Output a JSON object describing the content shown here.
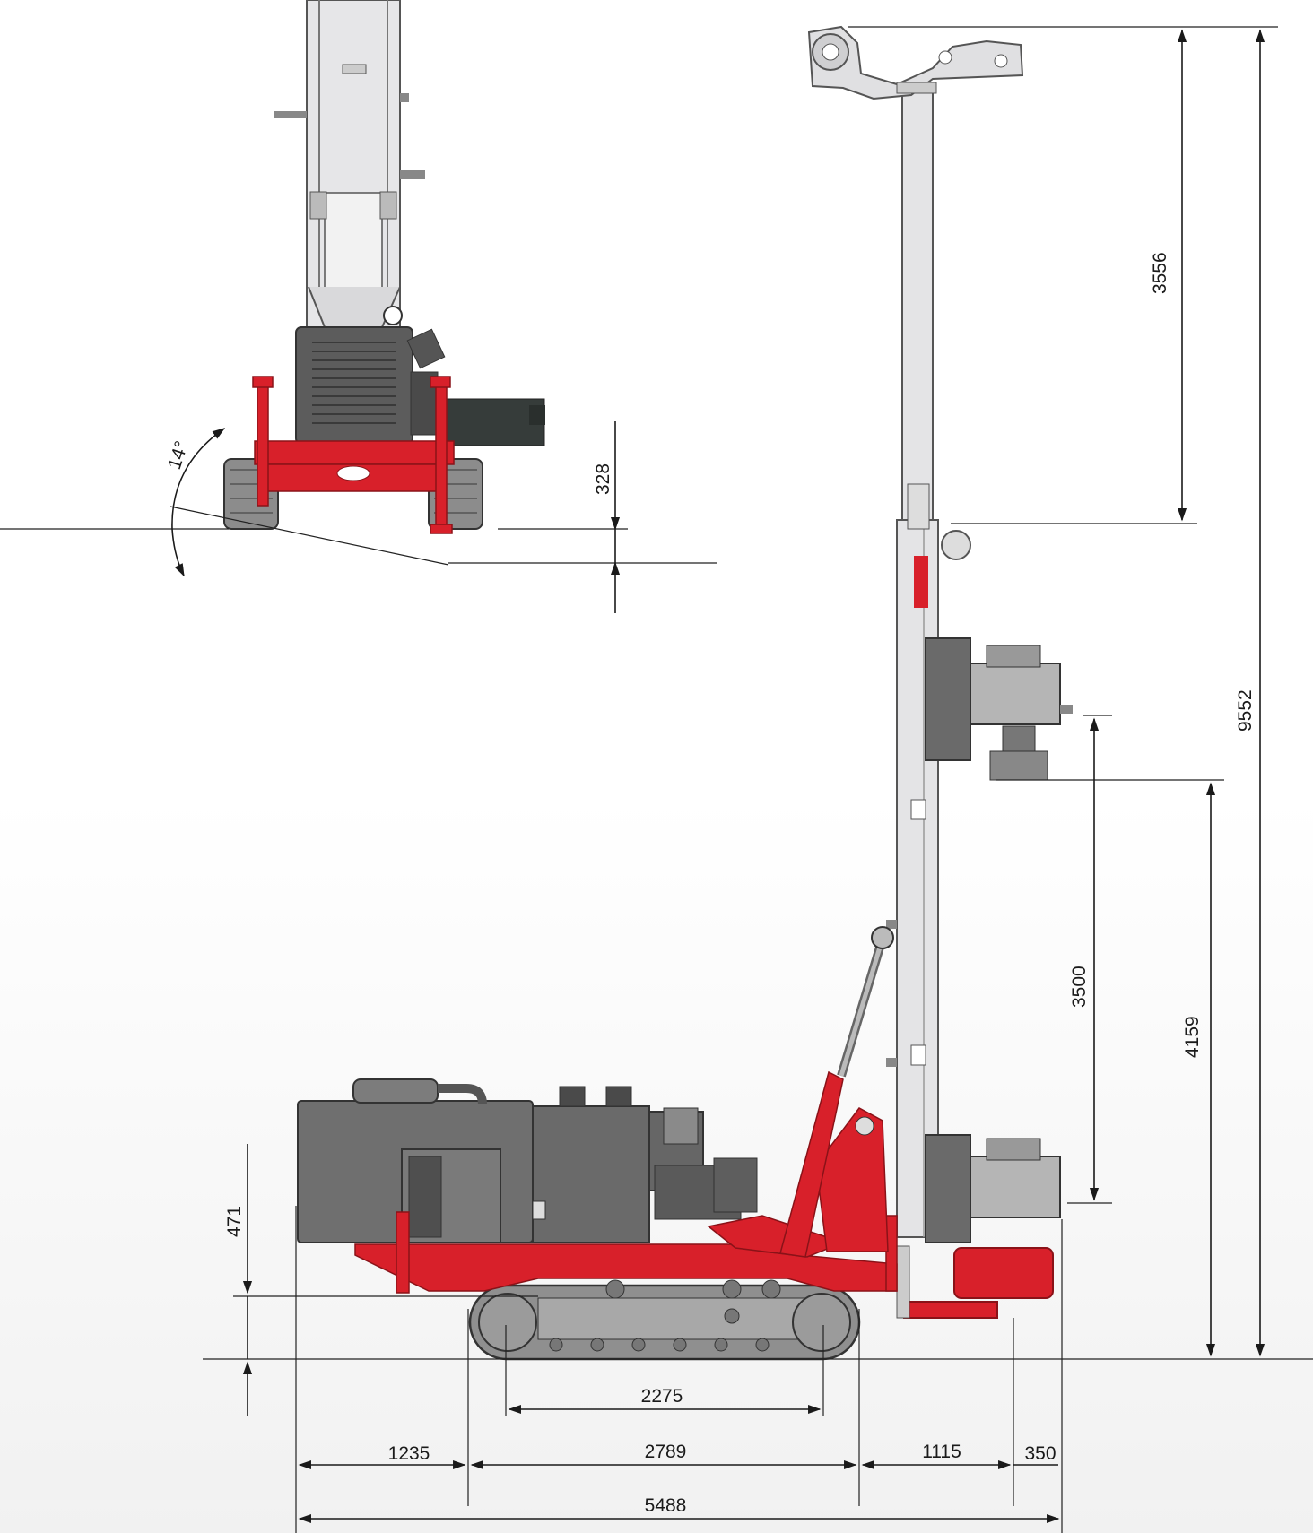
{
  "colors": {
    "frame_red": "#d8202a",
    "body_grey": "#6f6f6f",
    "mast_grey": "#e4e4e6",
    "track_grey": "#9a9a9a",
    "dim_black": "#1a1a1a"
  },
  "front_view": {
    "tilt_angle_label": "14°",
    "outrigger_height_label": "328"
  },
  "side_view": {
    "dimensions": {
      "top_mast": "3556",
      "total_height": "9552",
      "stroke": "3500",
      "head_height": "4159",
      "rear_height": "471",
      "track_centers": "2275",
      "rear_overhang": "1235",
      "track_length": "2789",
      "front_overhang": "1115",
      "head_offset": "350",
      "overall_length": "5488"
    }
  }
}
